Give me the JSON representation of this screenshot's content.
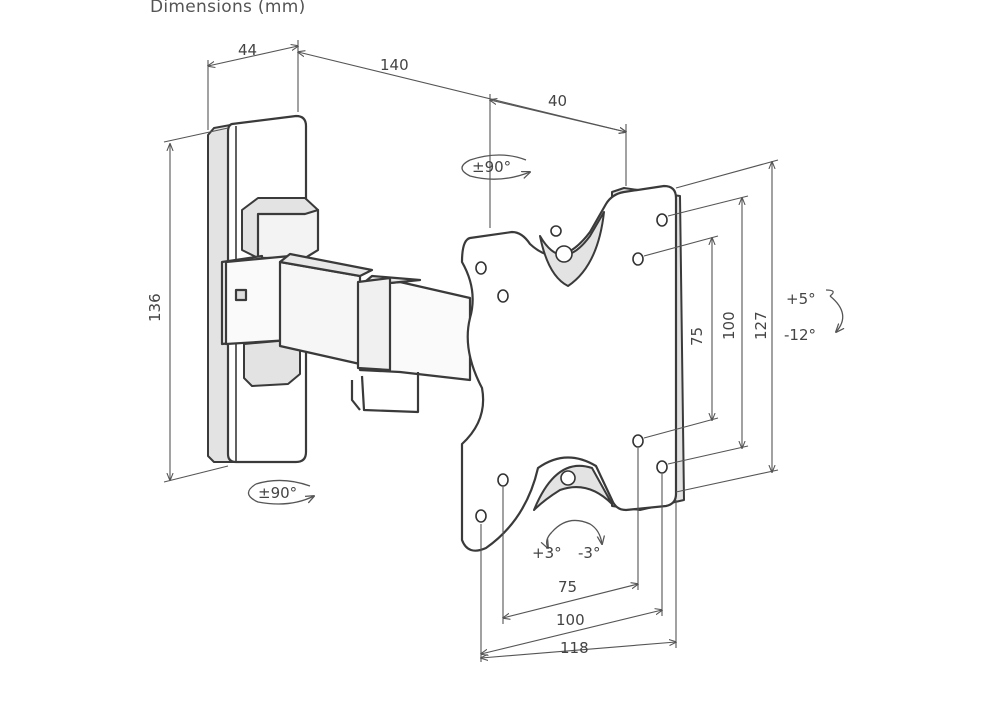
{
  "title": "Dimensions (mm)",
  "dims": {
    "wall_depth": "44",
    "arm_length": "140",
    "plate_offset": "40",
    "wall_height": "136",
    "v_75": "75",
    "v_100": "100",
    "v_127": "127",
    "h_75": "75",
    "h_100": "100",
    "h_118": "118"
  },
  "rotations": {
    "arm_swivel": "±90°",
    "wall_swivel": "±90°",
    "tilt_up": "+5°",
    "tilt_down": "-12°",
    "rotate_plus": "+3°",
    "rotate_minus": "-3°"
  }
}
